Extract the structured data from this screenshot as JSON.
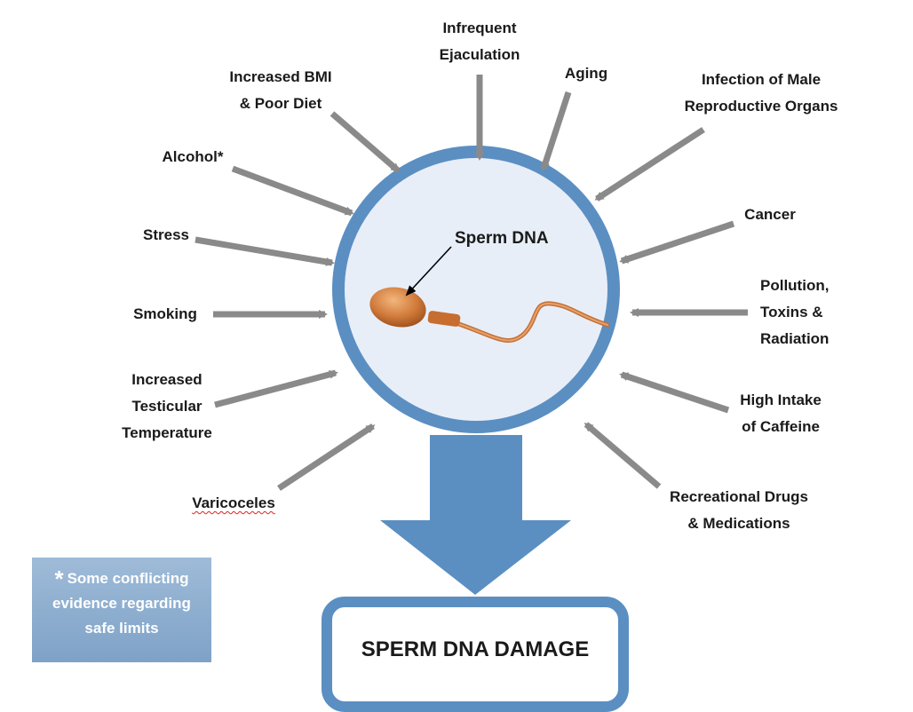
{
  "center": {
    "label": "Sperm DNA"
  },
  "factors": {
    "infrequent_ejaculation": "Infrequent\nEjaculation",
    "aging": "Aging",
    "increased_bmi": "Increased BMI\n& Poor Diet",
    "infection": "Infection of Male\nReproductive Organs",
    "alcohol": "Alcohol*",
    "cancer": "Cancer",
    "stress": "Stress",
    "pollution": "Pollution,\nToxins &\nRadiation",
    "smoking": "Smoking",
    "testicular_temp": "Increased\nTesticular\nTemperature",
    "caffeine": "High Intake\nof Caffeine",
    "varicoceles": "Varicoceles",
    "drugs": "Recreational Drugs\n& Medications"
  },
  "note": {
    "star": "*",
    "text": "Some conflicting\nevidence regarding\nsafe limits"
  },
  "outcome": {
    "label": "SPERM DNA DAMAGE"
  },
  "colors": {
    "circle_stroke": "#5b8fc2",
    "circle_fill": "#e8eef8",
    "arrow": "#8a8a8a",
    "big_arrow": "#5b8fc2",
    "sperm": "#d07a3a"
  }
}
